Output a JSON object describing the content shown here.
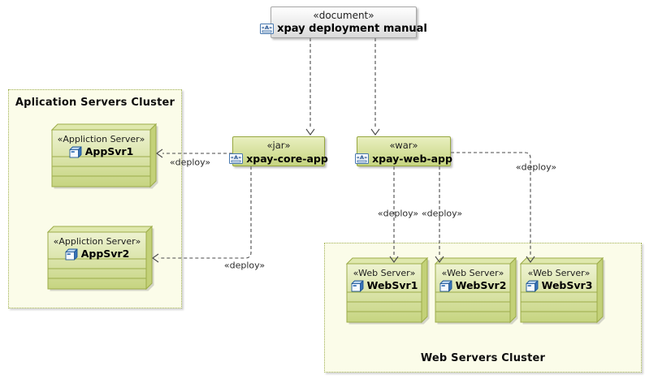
{
  "document_box": {
    "stereotype": "«document»",
    "name": "xpay deployment manual"
  },
  "artifacts": [
    {
      "stereotype": "«jar»",
      "name": "xpay-core-app"
    },
    {
      "stereotype": "«war»",
      "name": "xpay-web-app"
    }
  ],
  "app_cluster": {
    "title": "Aplication Servers Cluster",
    "nodes": [
      {
        "stereotype": "«Appliction Server»",
        "name": "AppSvr1"
      },
      {
        "stereotype": "«Appliction Server»",
        "name": "AppSvr2"
      }
    ]
  },
  "web_cluster": {
    "title": "Web Servers Cluster",
    "nodes": [
      {
        "stereotype": "«Web Server»",
        "name": "WebSvr1"
      },
      {
        "stereotype": "«Web Server»",
        "name": "WebSvr2"
      },
      {
        "stereotype": "«Web Server»",
        "name": "WebSvr3"
      }
    ]
  },
  "edge_labels": {
    "core_to_appsvr1": "«deploy»",
    "core_to_appsvr2": "«deploy»",
    "web_to_websvr1": "«deploy»",
    "web_to_websvr2": "«deploy»",
    "web_to_websvr3": "«deploy»"
  },
  "colors": {
    "node_border": "#9cac49",
    "node_fill_light": "#eef3d2",
    "node_fill_dark": "#c6d480",
    "node_top_face": "#dfe8ad",
    "node_right_face": "#c3d178",
    "cluster_fill": "#fbfce9",
    "cluster_border": "#9dad50",
    "document_fill_bottom": "#dbdbdb",
    "connector": "#4e4e4e",
    "icon_blue": "#3873b8"
  }
}
